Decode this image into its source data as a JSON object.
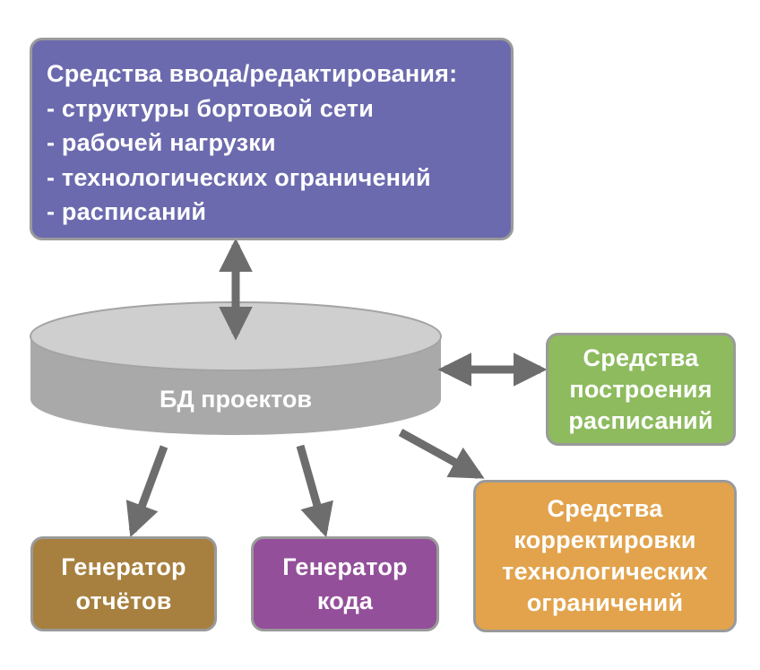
{
  "database": {
    "label": "БД проектов"
  },
  "input_tools": {
    "lines": [
      "Средства ввода/редактирования:",
      "- структуры бортовой сети",
      "- рабочей нагрузки",
      "- технологических ограничений",
      "- расписаний"
    ]
  },
  "schedule_tools": {
    "lines": [
      "Средства",
      "построения",
      "расписаний"
    ]
  },
  "correction_tools": {
    "lines": [
      "Средства",
      "корректировки",
      "технологических",
      "ограничений"
    ]
  },
  "report_generator": {
    "lines": [
      "Генератор",
      "отчётов"
    ]
  },
  "code_generator": {
    "lines": [
      "Генератор",
      "кода"
    ]
  },
  "colors": {
    "input_tools": "#6b6aae",
    "schedule_tools": "#8dbb5e",
    "correction_tools": "#e2a34c",
    "report_generator": "#a7803f",
    "code_generator": "#934f9a",
    "database": "#a9a9a9",
    "arrows": "#6d6d6d"
  }
}
